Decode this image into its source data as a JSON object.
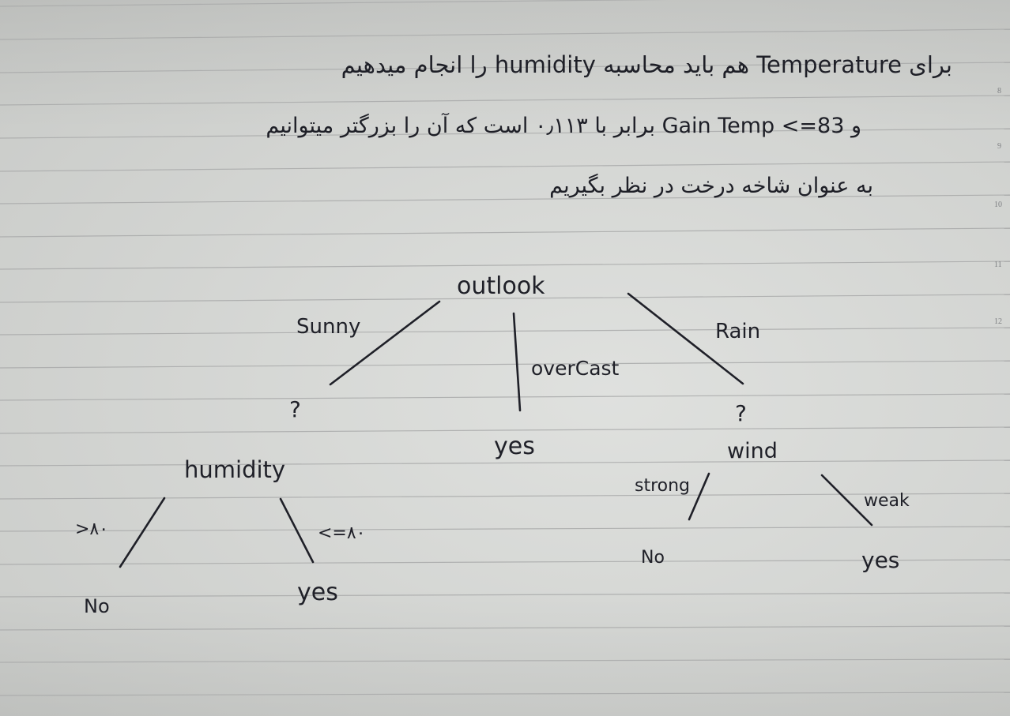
{
  "notes": {
    "line1": "برای Temperature هم باید محاسبه humidity را انجام میدهیم",
    "line2": "و Gain Temp <=83 برابر با ۰٫۱۱۳ است که آن را بزرگتر میتوانیم",
    "line3": "به عنوان شاخه درخت در نظر بگیریم"
  },
  "tree": {
    "root": "outlook",
    "branches": {
      "sunny": "Sunny",
      "overcast": "overCast",
      "rain": "Rain"
    },
    "unknown_left": "?",
    "unknown_right": "?",
    "overcast_result": "yes",
    "humidity_node": "humidity",
    "humidity_gt": ">۸۰",
    "humidity_le": "<=۸۰",
    "humidity_gt_result": "No",
    "humidity_le_result": "yes",
    "wind_node": "wind",
    "wind_strong": "strong",
    "wind_weak": "weak",
    "wind_strong_result": "No",
    "wind_weak_result": "yes"
  },
  "margin_numbers": [
    "8",
    "9",
    "10",
    "11",
    "12"
  ]
}
